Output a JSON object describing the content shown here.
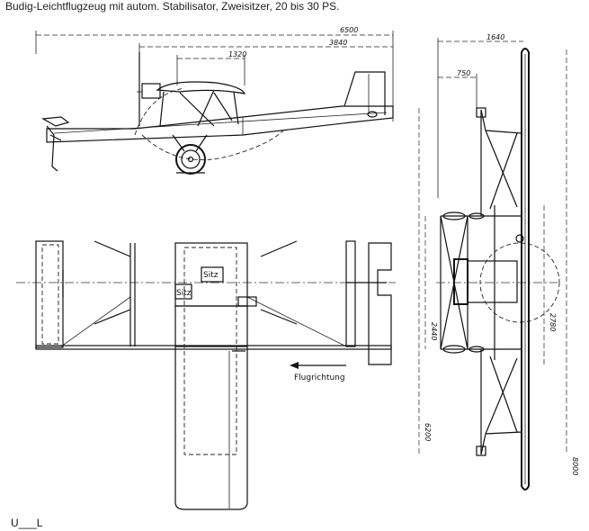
{
  "caption": "Budig-Leichtflugzeug mit autom. Stabilisator, Zweisitzer, 20 bis 30 PS.",
  "dimensions": {
    "side_total_length": "6500",
    "side_fuselage_length": "3840",
    "side_wing_chord": "1320",
    "front_top_width": "1640",
    "front_offset": "750",
    "front_height_left": "2440",
    "front_height_right": "2780",
    "front_lower_height": "6200",
    "front_span": "8000"
  },
  "labels": {
    "seat_1": "Sitz",
    "seat_2": "Sitz",
    "flight_direction": "Flugrichtung"
  },
  "footer": "U___L"
}
